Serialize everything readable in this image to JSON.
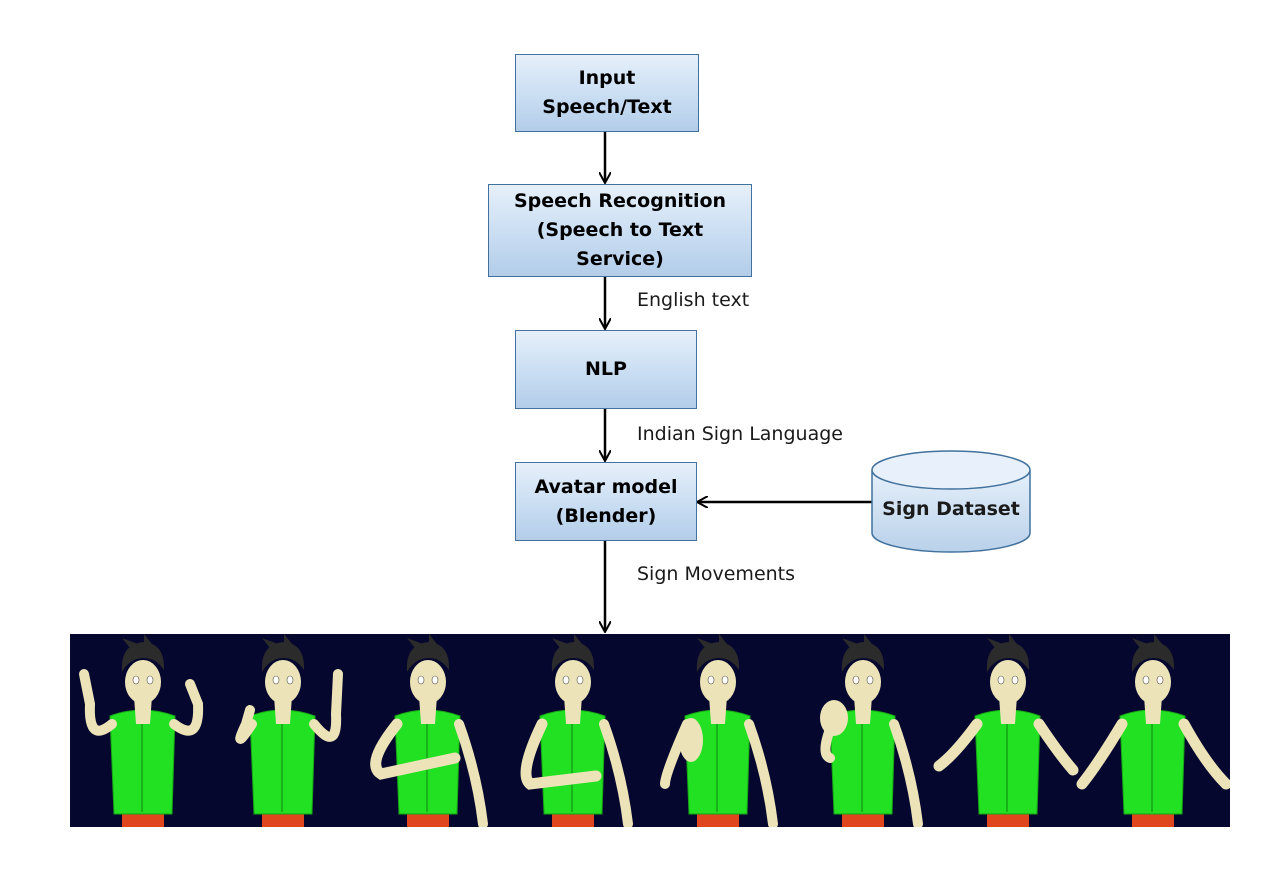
{
  "boxes": {
    "input": [
      "Input",
      "Speech/Text"
    ],
    "speech_recognition": [
      "Speech Recognition",
      "(Speech to Text",
      "Service)"
    ],
    "nlp": [
      "NLP"
    ],
    "avatar": [
      "Avatar model",
      "(Blender)"
    ],
    "dataset": "Sign Dataset"
  },
  "edge_labels": {
    "english_text": "English text",
    "indian_sign_language": "Indian Sign Language",
    "sign_movements": "Sign Movements"
  },
  "colors": {
    "box_fill": "#c9ddf2",
    "box_border": "#41719c",
    "strip_background": "#06072e",
    "avatar_shirt": "#22e022",
    "avatar_skin": "#ece3b8",
    "avatar_hair": "#2b2b2b",
    "avatar_pants": "#e0461e"
  }
}
